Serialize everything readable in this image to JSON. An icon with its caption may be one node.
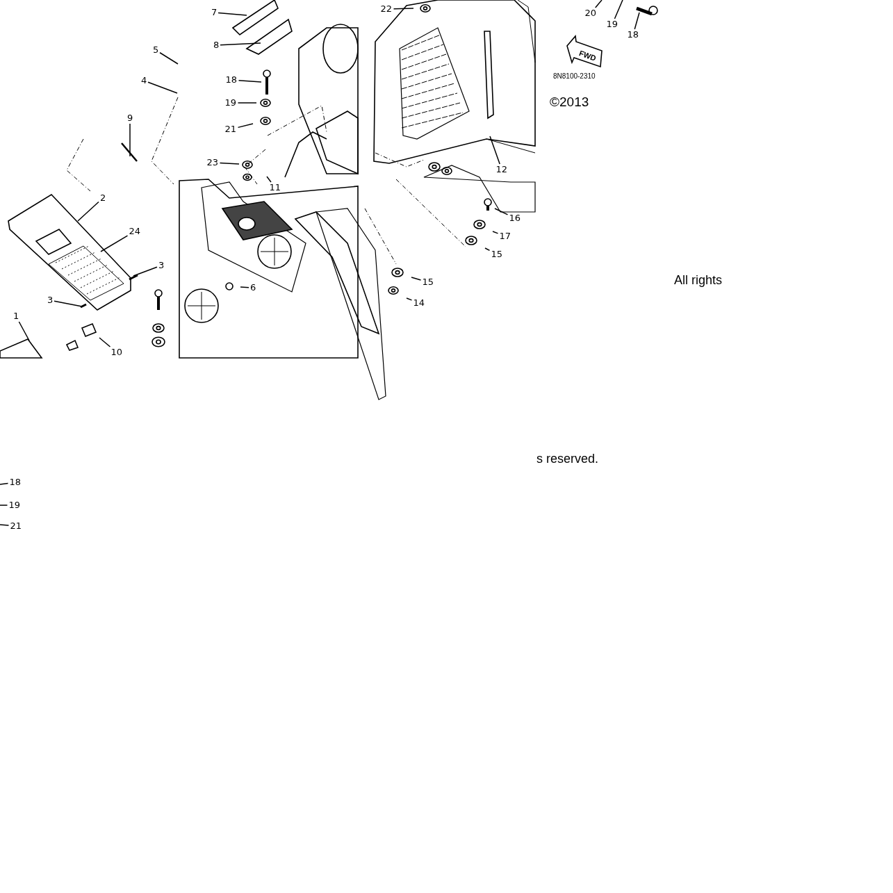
{
  "diagram": {
    "nodes": [
      {
        "text": [
          "7"
        ]
      },
      {
        "text": [
          "8"
        ]
      },
      {
        "text": [
          "5"
        ]
      },
      {
        "text": [
          "4"
        ]
      },
      {
        "text": [
          "18"
        ]
      },
      {
        "text": [
          "19"
        ]
      },
      {
        "text": [
          "9"
        ]
      },
      {
        "text": [
          "21"
        ]
      },
      {
        "text": [
          "23"
        ]
      },
      {
        "text": [
          "11"
        ]
      },
      {
        "text": [
          "2"
        ]
      },
      {
        "text": [
          "24"
        ]
      },
      {
        "text": [
          "3"
        ]
      },
      {
        "text": [
          "3"
        ]
      },
      {
        "text": [
          "6"
        ]
      },
      {
        "text": [
          "1"
        ]
      },
      {
        "text": [
          "10"
        ]
      },
      {
        "text": [
          "22"
        ]
      },
      {
        "text": [
          "20"
        ]
      },
      {
        "text": [
          "19"
        ]
      },
      {
        "text": [
          "18"
        ]
      },
      {
        "text": [
          "12"
        ]
      },
      {
        "text": [
          "16"
        ]
      },
      {
        "text": [
          "17"
        ]
      },
      {
        "text": [
          "15"
        ]
      },
      {
        "text": [
          "15"
        ]
      },
      {
        "text": [
          "14"
        ]
      },
      {
        "text": [
          "18"
        ]
      },
      {
        "text": [
          "19"
        ]
      },
      {
        "text": [
          "21"
        ]
      }
    ],
    "edges": [
      {
        "from": 0,
        "to": null,
        "arrow": "none"
      },
      {
        "from": 1,
        "to": null,
        "arrow": "none"
      },
      {
        "from": 2,
        "to": null,
        "arrow": "none"
      },
      {
        "from": 3,
        "to": null,
        "arrow": "none"
      },
      {
        "from": 4,
        "to": null,
        "arrow": "none"
      },
      {
        "from": 5,
        "to": null,
        "arrow": "none"
      },
      {
        "from": 6,
        "to": null,
        "arrow": "none"
      },
      {
        "from": 7,
        "to": null,
        "arrow": "none"
      },
      {
        "from": 8,
        "to": null,
        "arrow": "none"
      },
      {
        "from": 9,
        "to": null,
        "arrow": "none"
      },
      {
        "from": 10,
        "to": null,
        "arrow": "none"
      },
      {
        "from": 11,
        "to": null,
        "arrow": "none"
      },
      {
        "from": 12,
        "to": null,
        "arrow": "none"
      },
      {
        "from": 13,
        "to": null,
        "arrow": "none"
      },
      {
        "from": 14,
        "to": null,
        "arrow": "none"
      },
      {
        "from": 15,
        "to": null,
        "arrow": "none"
      },
      {
        "from": 16,
        "to": null,
        "arrow": "none"
      },
      {
        "from": 17,
        "to": null,
        "arrow": "none"
      },
      {
        "from": 18,
        "to": null,
        "arrow": "none"
      },
      {
        "from": 19,
        "to": null,
        "arrow": "none"
      },
      {
        "from": 20,
        "to": null,
        "arrow": "none"
      },
      {
        "from": 21,
        "to": null,
        "arrow": "none"
      },
      {
        "from": 22,
        "to": null,
        "arrow": "none"
      },
      {
        "from": 23,
        "to": null,
        "arrow": "none"
      },
      {
        "from": 24,
        "to": null,
        "arrow": "none"
      },
      {
        "from": 25,
        "to": null,
        "arrow": "none"
      },
      {
        "from": 26,
        "to": null,
        "arrow": "none"
      },
      {
        "from": 27,
        "to": null,
        "arrow": "none"
      },
      {
        "from": 28,
        "to": null,
        "arrow": "none"
      },
      {
        "from": 29,
        "to": null,
        "arrow": "none"
      }
    ],
    "labels": [
      "FWD",
      "8N8100-2310",
      "©2013",
      "All rights",
      "s reserved."
    ]
  }
}
